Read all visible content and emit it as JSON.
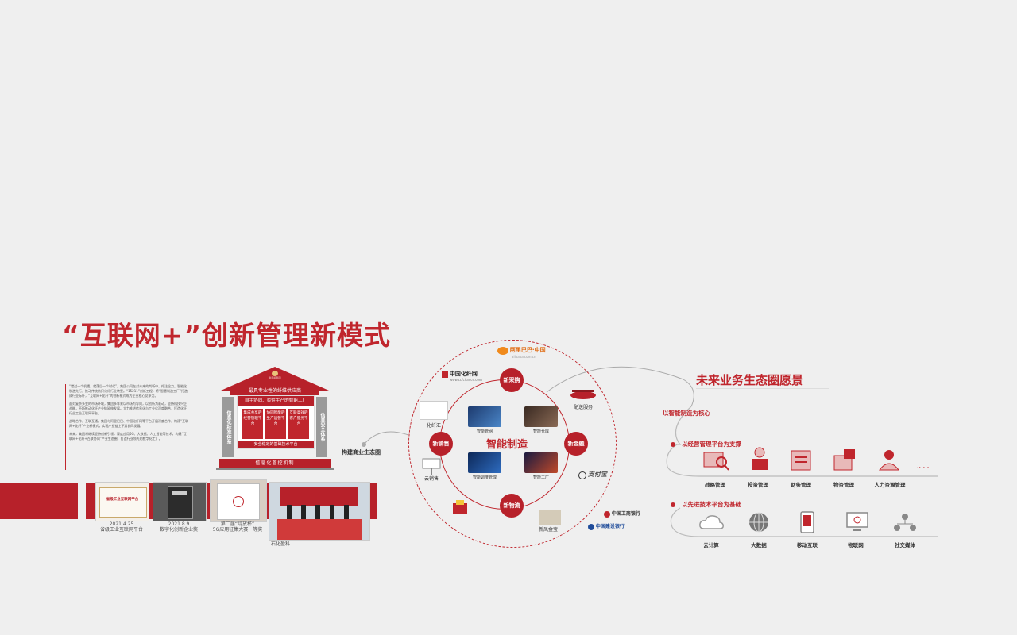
{
  "title": "“互联网+”创新管理新模式",
  "intro": {
    "paragraphs": [
      "“错过一个机遇，就落后一个时代”。集团公司在对未来的判断中，倾注全力。智能化制造先行，推动传统纺织化纤行业转型。“15211”创新工程，将“智慧制造工厂”打造成行业标杆，“互联网+化纤”的创新模式成为企业核心竞争力。",
      "面对复杂多变的市场环境，集团多年来以市场为导向，以创新为驱动，坚持科技兴企战略，不断推动化纤产业链延伸发展。大力推进信息化与工业化深度融合，打造化纤行业工业互联网平台。",
      "战略合作，互联互通。集团与阿里巴巴、中国化纤网等平台开展深度合作，构建“互联网+化纤”产业新模式，实现产业链上下游协同发展。",
      "未来，集团将继续坚持创新引领，深度应用5G、大数据、人工智能等技术，构建“互联网+化纤+百联协同”产业生态圈，打造行业领先的数字化工厂。"
    ]
  },
  "temple": {
    "logo_text": "新凤鸣集团",
    "roof": "最具专业性的纤维供应商",
    "inner_head": "自主协同、柔性生产的智能工厂",
    "boxes": [
      "集成共享的经营管理平台",
      "协同智能的生产运营平台",
      "互联高效的客户服务平台"
    ],
    "inner_foot": "安全稳定的基础技术平台",
    "left_col": "信息化标准体系",
    "right_col": "信息安全体系",
    "base": "信息化管控机制"
  },
  "photos": [
    {
      "caption_1": "2021.4.25",
      "caption_2": "省级工业互联网平台",
      "text": "省级工业互联网平台"
    },
    {
      "caption_1": "2021.8.9",
      "caption_2": "数字化创新企业奖"
    },
    {
      "caption_1": "第二届“绽放杯”",
      "caption_2": "5G应用征集大赛一等奖"
    },
    {
      "caption_1": "",
      "caption_2": "石化盈科"
    }
  ],
  "ecosystem": {
    "lead_label": "构建商业生态圈",
    "center": "智能制造",
    "nodes": [
      "新采购",
      "新销售",
      "新金融",
      "新物流"
    ],
    "tiles": [
      "智能管网",
      "智能仓库",
      "智能调度管理",
      "智能工厂"
    ],
    "partners": {
      "alibaba": "阿里巴巴·中国",
      "alibaba_sub": "alibaba.com.cn",
      "ccf": "中国化纤网",
      "ccf_sub": "www.ccfchance.com",
      "huaxianhui": "化纤汇",
      "delivery": "配送服务",
      "cloud_sales": "云销售",
      "alipay": "支付宝",
      "xinfeng": "新凤金宝",
      "icbc": "中国工商银行",
      "ccb": "中国建设银行"
    }
  },
  "vision": {
    "title": "未来业务生态圈愿景",
    "core_label": "以智能制造为核心",
    "mgmt_label": "以经营管理平台为支撑",
    "tech_label": "以先进技术平台为基础",
    "mgmt_items": [
      "战略管理",
      "投资管理",
      "财务管理",
      "物资管理",
      "人力资源管理"
    ],
    "mgmt_more": "......",
    "tech_items": [
      "云计算",
      "大数据",
      "移动互联",
      "物联网",
      "社交媒体"
    ]
  },
  "colors": {
    "brand_red": "#c0262d",
    "background": "#efefef",
    "gray": "#9a9a9a"
  }
}
